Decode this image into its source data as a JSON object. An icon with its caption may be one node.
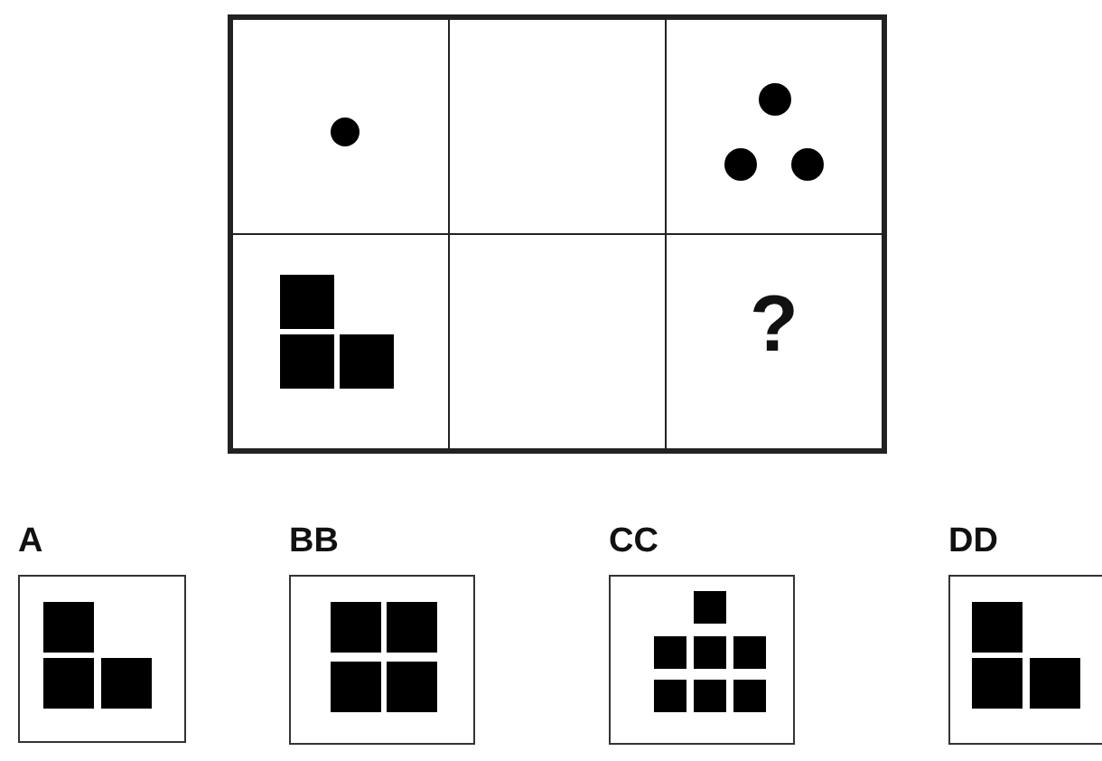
{
  "diagram": {
    "nodes": [
      {
        "text": [],
        "shape": "box"
      },
      {
        "text": [],
        "shape": "box",
        "in": 0
      },
      {
        "text": [],
        "shape": "box",
        "in": 0
      },
      {
        "text": [],
        "shape": "box",
        "in": 0
      },
      {
        "text": [],
        "shape": "box",
        "in": 0
      },
      {
        "text": [],
        "shape": "box",
        "in": 0
      },
      {
        "text": [
          "?"
        ],
        "in": 0
      },
      {
        "text": [
          "A"
        ]
      },
      {
        "text": [
          "BB"
        ]
      },
      {
        "text": [
          "CC"
        ]
      },
      {
        "text": [
          "DD"
        ]
      }
    ]
  }
}
